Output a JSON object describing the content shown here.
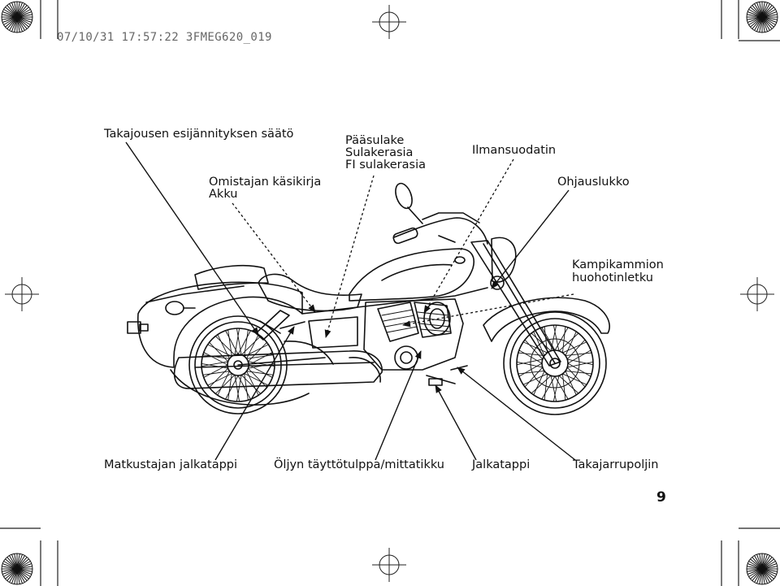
{
  "header": {
    "print_stamp": "07/10/31 17:57:22 3FMEG620_019"
  },
  "labels": {
    "rear_suspension": "Takajousen esijännityksen säätö",
    "owners_manual": "Omistajan käsikirja",
    "battery": "Akku",
    "main_fuse": "Pääsulake",
    "fuse_box": "Sulakerasia",
    "fi_fuse_box": "FI sulakerasia",
    "air_cleaner": "Ilmansuodatin",
    "steering_lock": "Ohjauslukko",
    "crankcase_breather_1": "Kampikammion",
    "crankcase_breather_2": "huohotinletku",
    "passenger_footpeg": "Matkustajan jalkatappi",
    "oil_filler_cap": "Öljyn täyttötulppa/mittatikku",
    "footpeg": "Jalkatappi",
    "rear_brake_pedal": "Takajarrupoljin"
  },
  "page_number": "9"
}
